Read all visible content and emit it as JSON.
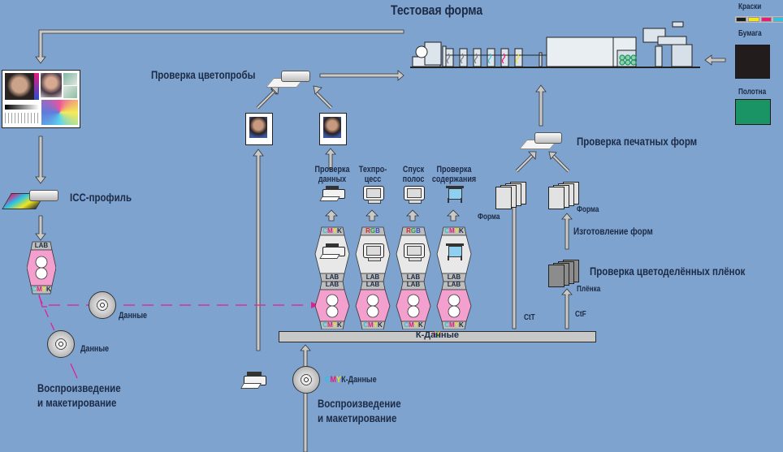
{
  "title": "Тестовая форма",
  "colors": {
    "background": "#7ea3cf",
    "text": "#1c2a44",
    "pink_module": "#f4a0cf",
    "arrow_fill": "#c9c9c9",
    "dashed_line": "#e0208f",
    "paper_swatch": "#221c1c",
    "blanket_swatch": "#1a9464"
  },
  "legend": {
    "inks_label": "Краски",
    "ink_colors": [
      "#1a1a1a",
      "#f1e51c",
      "#e8197d",
      "#27c4e8"
    ],
    "paper_label": "Бумага",
    "blankets_label": "Полотна"
  },
  "labels": {
    "proof_check": "Проверка цветопробы",
    "icc_profile": "ICC-профиль",
    "plate_check": "Проверка печатных форм",
    "plate_making": "Изготовление форм",
    "film_check": "Проверка цветоделённых плёнок",
    "plate_left": "Форма",
    "plate_right": "Форма",
    "film": "Плёнка",
    "ctt": "CtT",
    "ctf": "CtF",
    "data_1": "Данные",
    "data_2": "Данные",
    "repro_left_line1": "Воспроизведение",
    "repro_left_line2": "и макетирование",
    "repro_bottom_line1": "Воспроизведение",
    "repro_bottom_line2": "и макетирование",
    "cmyk_data_suffix": "К-Данные",
    "cmyk_bar_suffix": "К-Данные"
  },
  "cmyk_letters": {
    "c": "C",
    "m": "M",
    "y": "Y",
    "k": "K"
  },
  "rgb_letters": {
    "r": "R",
    "g": "G",
    "b": "B"
  },
  "lab_label": "LAB",
  "columns": [
    {
      "title_line1": "Проверка",
      "title_line2": "данных",
      "input": "CMYK",
      "device": "printer"
    },
    {
      "title_line1": "Техпро-",
      "title_line2": "цесс",
      "input": "RGB",
      "device": "monitor"
    },
    {
      "title_line1": "Спуск",
      "title_line2": "полос",
      "input": "RGB",
      "device": "monitor"
    },
    {
      "title_line1": "Проверка",
      "title_line2": "содержания",
      "input": "CMYK",
      "device": "plotter"
    }
  ]
}
